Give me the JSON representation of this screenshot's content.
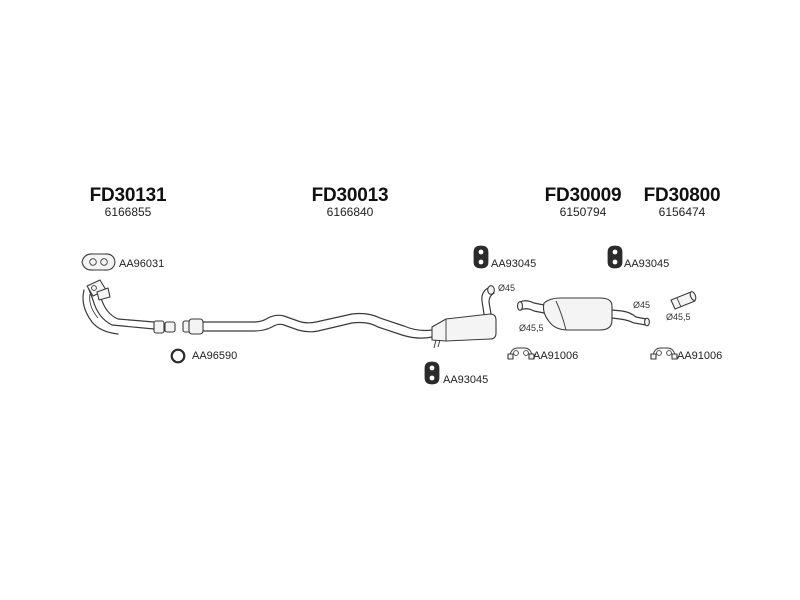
{
  "parts": [
    {
      "code": "FD30131",
      "number": "6166855"
    },
    {
      "code": "FD30013",
      "number": "6166840"
    },
    {
      "code": "FD30009",
      "number": "6150794"
    },
    {
      "code": "FD30800",
      "number": "6156474"
    }
  ],
  "accessories": {
    "gasket_front": "AA96031",
    "ring_gasket": "AA96590",
    "rubber_hanger_middle_top": "AA93045",
    "rubber_hanger_middle_bottom": "AA93045",
    "rubber_hanger_rear": "AA93045",
    "clamp_middle": "AA91006",
    "clamp_rear": "AA91006"
  },
  "dimensions": {
    "middle_outlet": "Ø45",
    "rear_inlet": "Ø45,5",
    "rear_outlet": "Ø45",
    "tailpipe_end": "Ø45,5"
  },
  "icons": [
    "gasket-icon",
    "ring-gasket-icon",
    "rubber-hanger-icon",
    "clamp-icon",
    "tailpipe-end-icon"
  ]
}
